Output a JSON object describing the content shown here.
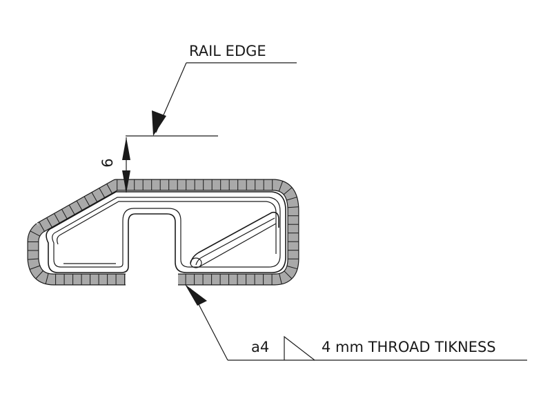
{
  "labels": {
    "rail_edge": "RAIL EDGE",
    "dimension": "6",
    "weld_size": "a4",
    "weld_note": "4 mm THROAD TIKNESS"
  },
  "colors": {
    "weld_fill": "#a9a9a9",
    "ink": "#1a1a1a",
    "background": "#ffffff"
  }
}
